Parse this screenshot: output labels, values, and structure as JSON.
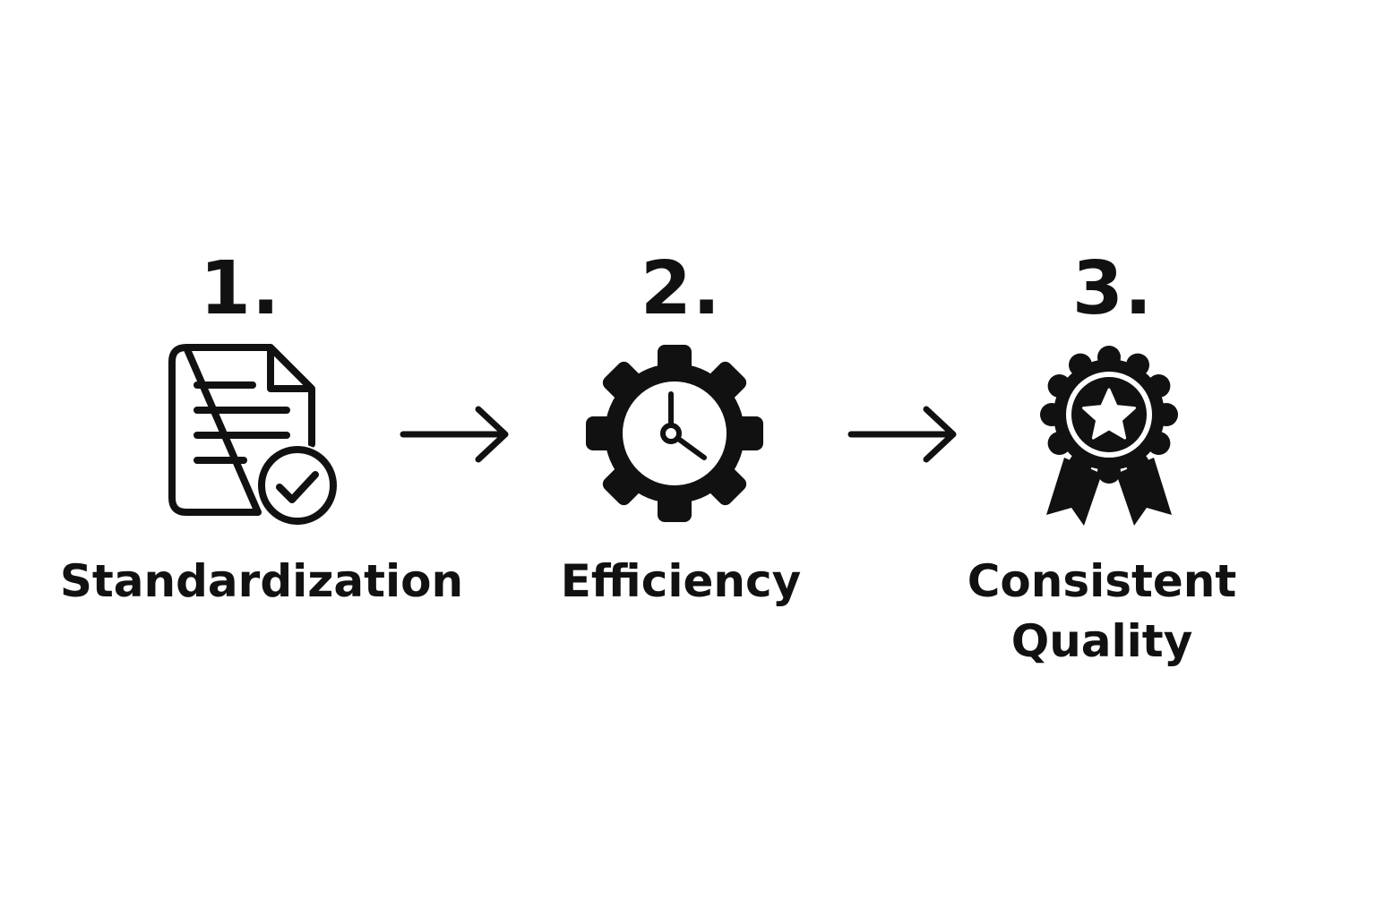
{
  "colors": {
    "ink": "#111111",
    "background": "#ffffff"
  },
  "steps": [
    {
      "number": "1.",
      "label_lines": [
        "Standardization"
      ],
      "icon": "document-check-icon"
    },
    {
      "number": "2.",
      "label_lines": [
        "Efficiency"
      ],
      "icon": "gear-clock-icon"
    },
    {
      "number": "3.",
      "label_lines": [
        "Consistent",
        "Quality"
      ],
      "icon": "award-ribbon-icon"
    }
  ],
  "connectors": [
    "arrow-right-icon",
    "arrow-right-icon"
  ]
}
